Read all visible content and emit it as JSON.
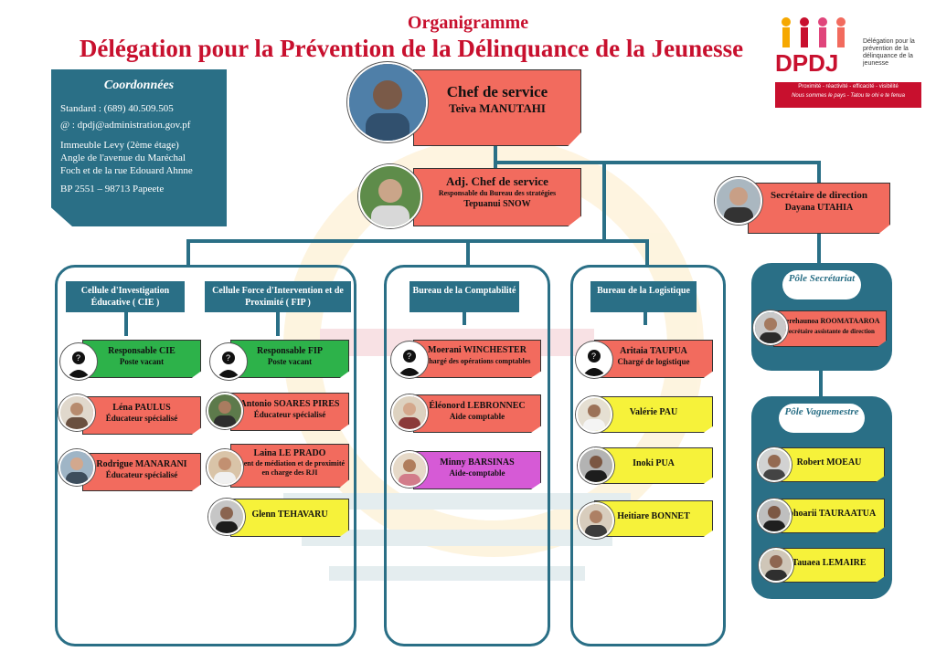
{
  "header": {
    "subtitle": "Organigramme",
    "title": "Délégation pour la Prévention de la Délinquance de la Jeunesse"
  },
  "logo": {
    "mark": "DPDJ",
    "text": "Délégation pour la prévention de la délinquance de la jeunesse",
    "slogan": "Proximité - réactivité - efficacité - visibilité",
    "motto": "Nous sommes le pays - Tatou te ohi e te fenua"
  },
  "coordonnees": {
    "heading": "Coordonnées",
    "standard": "Standard : (689) 40.509.505",
    "email": "@ : dpdj@administration.gov.pf",
    "address1": "Immeuble Levy (2ème étage)",
    "address2": "Angle de l'avenue du Maréchal",
    "address3": "Foch et de la rue Edouard Ahnne",
    "bp": "BP 2551 – 98713 Papeete"
  },
  "chef": {
    "role": "Chef de service",
    "name": "Teiva MANUTAHI"
  },
  "adjoint": {
    "role": "Adj. Chef de service",
    "detail": "Responsable du Bureau des stratégies",
    "name": "Tepuanui SNOW"
  },
  "secretaire": {
    "role": "Secrétaire de direction",
    "name": "Dayana UTAHIA"
  },
  "depts": {
    "cie": "Cellule d'Investigation Éducative ( CIE )",
    "fip": "Cellule Force d'Intervention et de Proximité ( FIP )",
    "compta": "Bureau de la Comptabilité",
    "logistique": "Bureau de la Logistique"
  },
  "poles": {
    "secretariat": "Pôle Secrétariat",
    "vaguemestre": "Pôle Vaguemestre"
  },
  "cie_members": [
    {
      "name": "Responsable CIE",
      "role": "Poste vacant"
    },
    {
      "name": "Léna PAULUS",
      "role": "Éducateur spécialisé"
    },
    {
      "name": "Rodrigue MANARANI",
      "role": "Éducateur spécialisé"
    }
  ],
  "fip_members": [
    {
      "name": "Responsable FIP",
      "role": "Poste vacant"
    },
    {
      "name": "Antonio SOARES PIRES",
      "role": "Éducateur spécialisé"
    },
    {
      "name": "Laina LE PRADO",
      "role": "Agent de médiation et de proximité en charge des RJI"
    },
    {
      "name": "Glenn TEHAVARU",
      "role": ""
    }
  ],
  "compta_members": [
    {
      "name": "Moerani WINCHESTER",
      "role": "Chargé des opérations comptables"
    },
    {
      "name": "Éléonord LEBRONNEC",
      "role": "Aide comptable"
    },
    {
      "name": "Minny BARSINAS",
      "role": "Aide-comptable"
    }
  ],
  "logistique_members": [
    {
      "name": "Aritaia TAUPUA",
      "role": "Chargé de logistique"
    },
    {
      "name": "Valérie PAU",
      "role": ""
    },
    {
      "name": "Inoki PUA",
      "role": ""
    },
    {
      "name": "Heitiare BONNET",
      "role": ""
    }
  ],
  "secretariat_members": [
    {
      "name": "Herehaunoa ROOMATAAROA",
      "role": "Secrétaire assistante de direction"
    }
  ],
  "vaguemestre_members": [
    {
      "name": "Robert MOEAU",
      "role": ""
    },
    {
      "name": "Nohoarii TAURAATUA",
      "role": ""
    },
    {
      "name": "Tauaea LEMAIRE",
      "role": ""
    }
  ],
  "colors": {
    "accent": "#2a6f86",
    "title": "#c8102e",
    "red": "#f26b5e",
    "green": "#2db24a",
    "yellow": "#f6f23a",
    "purple": "#d65ad6"
  }
}
